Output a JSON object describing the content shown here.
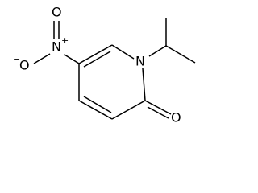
{
  "molecule": {
    "atoms": {
      "nitro_nitrogen": {
        "symbol": "N",
        "charge": "+"
      },
      "nitro_oxygen_top": {
        "symbol": "O",
        "charge": ""
      },
      "nitro_oxygen_left": {
        "symbol": "O",
        "charge": "−"
      },
      "ring_nitrogen": {
        "symbol": "N",
        "charge": ""
      },
      "carbonyl_oxygen": {
        "symbol": "O",
        "charge": ""
      }
    },
    "colors": {
      "bond": "#000000",
      "label": "#000000",
      "background": "#ffffff"
    }
  }
}
